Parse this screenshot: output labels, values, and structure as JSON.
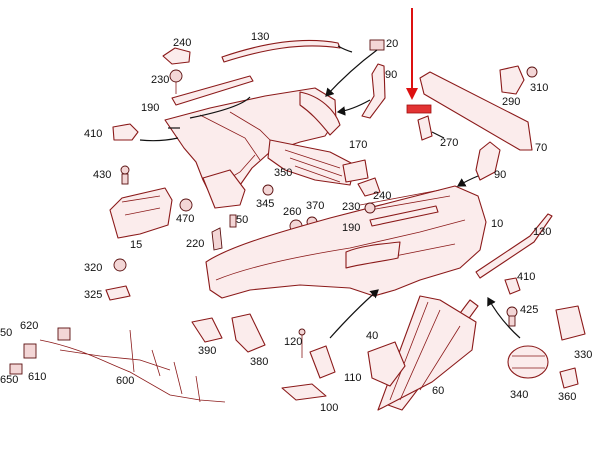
{
  "colors": {
    "part_stroke": "#8b1a1a",
    "part_fill": "#fbecec",
    "highlight": "#d11111",
    "leader": "#111111"
  },
  "callouts": [
    "240",
    "130",
    "20",
    "230",
    "190",
    "90",
    "290",
    "310",
    "410",
    "270",
    "70",
    "170",
    "430",
    "350",
    "240",
    "90",
    "10",
    "345",
    "260",
    "370",
    "470",
    "50",
    "230",
    "190",
    "130",
    "15",
    "220",
    "320",
    "410",
    "325",
    "425",
    "50",
    "620",
    "390",
    "380",
    "120",
    "40",
    "330",
    "610",
    "650",
    "600",
    "110",
    "60",
    "340",
    "360",
    "100"
  ],
  "highlight": {
    "marker_icon": "red-arrow-down",
    "target_part": "270"
  }
}
